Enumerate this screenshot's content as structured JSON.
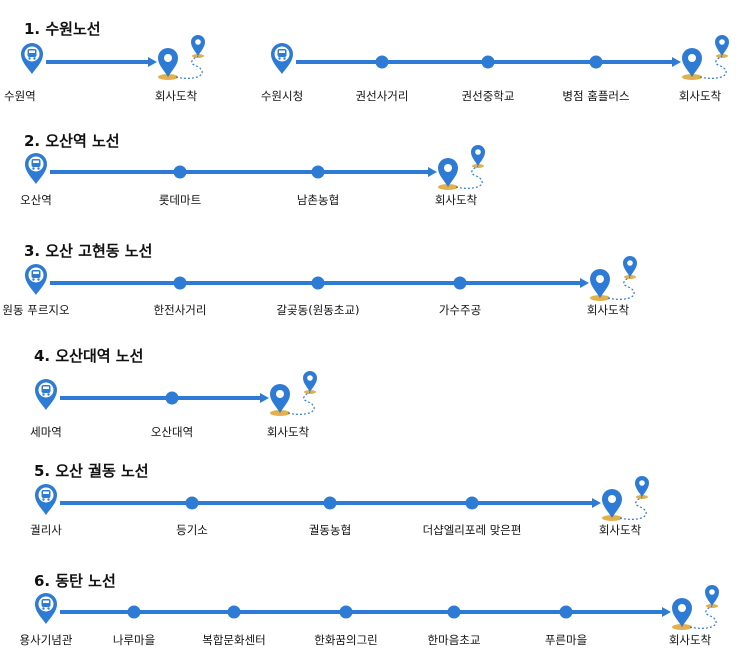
{
  "colors": {
    "line": "#2e7bd6",
    "pin": "#2e7bd6",
    "base": "#e3b04b"
  },
  "routes": [
    {
      "title": "1. 수원노선",
      "segments": [
        {
          "stops": [
            "수원역",
            "회사도착"
          ]
        },
        {
          "stops": [
            "수원시청",
            "권선사거리",
            "권선중학교",
            "병점 홈플러스",
            "회사도착"
          ]
        }
      ]
    },
    {
      "title": "2. 오산역 노선",
      "segments": [
        {
          "stops": [
            "오산역",
            "롯데마트",
            "남촌농협",
            "회사도착"
          ]
        }
      ]
    },
    {
      "title": "3. 오산 고현동 노선",
      "segments": [
        {
          "stops": [
            "원동 푸르지오",
            "한전사거리",
            "갈곶동(원동초교)",
            "가수주공",
            "회사도착"
          ]
        }
      ]
    },
    {
      "title": "4. 오산대역 노선",
      "segments": [
        {
          "stops": [
            "세마역",
            "오산대역",
            "회사도착"
          ]
        }
      ]
    },
    {
      "title": "5. 오산 궐동 노선",
      "segments": [
        {
          "stops": [
            "궐리사",
            "등기소",
            "궐동농협",
            "더샵엘리포레 맞은편",
            "회사도착"
          ]
        }
      ]
    },
    {
      "title": "6. 동탄 노선",
      "segments": [
        {
          "stops": [
            "용사기념관",
            "나루마을",
            "복합문화센터",
            "한화꿈의그린",
            "한마음초교",
            "푸른마을",
            "회사도착"
          ]
        }
      ]
    }
  ]
}
